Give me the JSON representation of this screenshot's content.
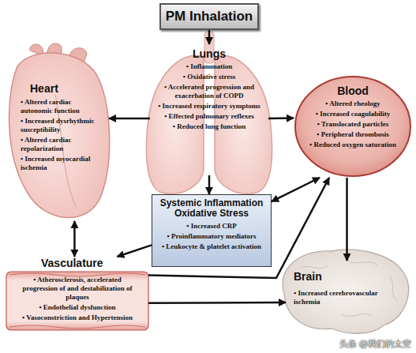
{
  "diagram": {
    "nodes": [
      {
        "text": [
          "PM Inhalation"
        ]
      },
      {
        "text": [
          "Heart",
          "• Altered cardiac autonomic function",
          "• Increased dysrhythmic susceptibility",
          "• Altered cardiac repolarization",
          "• Increased myocardial ischemia"
        ]
      },
      {
        "text": [
          "Lungs",
          "• Inflammation",
          "• Oxidative stress",
          "• Accelerated progression and exacerbation of COPD",
          "• Increased respiratory symptoms",
          "• Effected pulmonary reflexes",
          "• Reduced lung function"
        ]
      },
      {
        "text": [
          "Blood",
          "• Altered rheology",
          "• Increased coagulability",
          "• Translocated particles",
          "• Peripheral thrombosis",
          "• Reduced oxygen saturation"
        ]
      },
      {
        "text": [
          "Systemic Inflammation Oxidative Stress",
          "• Increased CRP",
          "• Proinflammatory mediators",
          "• Leukocyte & platelet activation"
        ]
      },
      {
        "text": [
          "Vasculature",
          "• Atherosclerosis, accelerated progression of and destabilization of plaques",
          "• Endothelial dysfunction",
          "• Vasoconstriction and Hypertension"
        ]
      },
      {
        "text": [
          "Brain",
          "• Increased cerebrovascular ischemia"
        ]
      }
    ],
    "edges": [
      {
        "from": 0,
        "to": 2,
        "arrow": "to"
      },
      {
        "from": 2,
        "to": 1,
        "arrow": "to"
      },
      {
        "from": 2,
        "to": 3,
        "arrow": "to"
      },
      {
        "from": 2,
        "to": 4,
        "arrow": "to"
      },
      {
        "from": 4,
        "to": 3,
        "arrow": "both"
      },
      {
        "from": 1,
        "to": 5,
        "arrow": "both"
      },
      {
        "from": 4,
        "to": 5,
        "arrow": "to"
      },
      {
        "from": 3,
        "to": 6,
        "arrow": "to"
      },
      {
        "from": 5,
        "to": 6,
        "arrow": "to"
      },
      {
        "from": 5,
        "to": 3,
        "arrow": "to"
      }
    ],
    "labels": [
      "头条 @我们的太空"
    ]
  }
}
